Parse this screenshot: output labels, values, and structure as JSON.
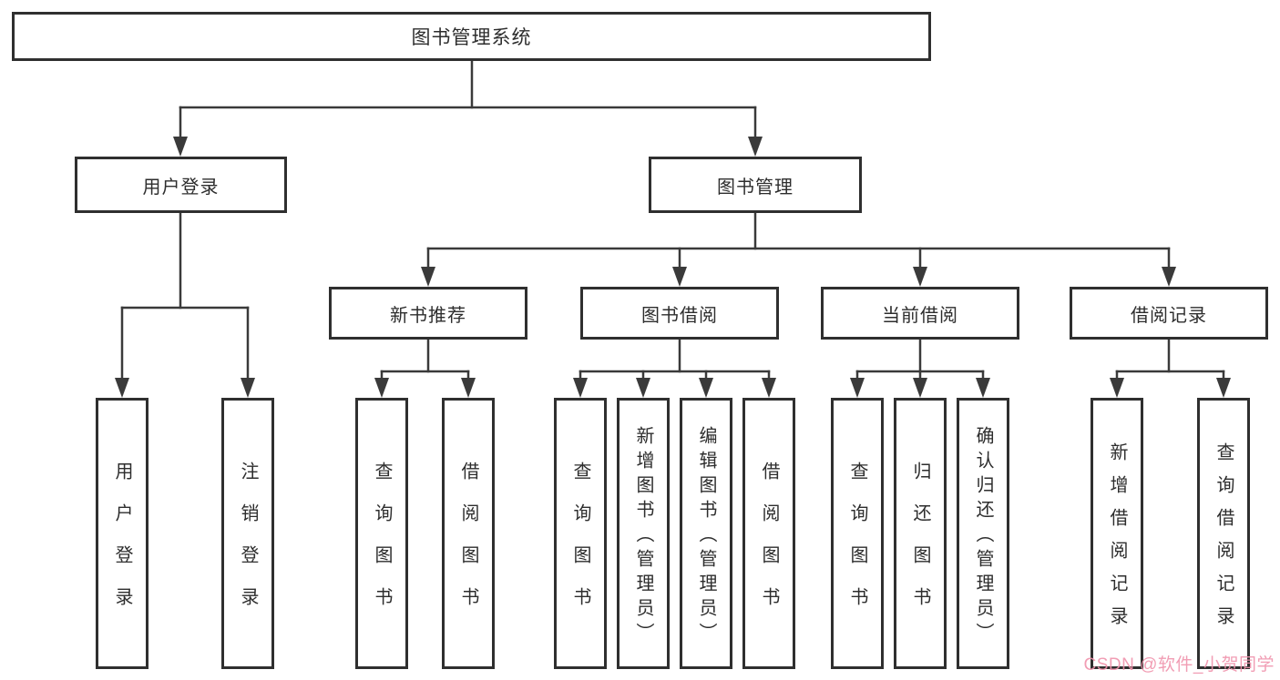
{
  "diagram": {
    "root": {
      "label": "图书管理系统"
    },
    "branches": [
      {
        "label": "用户登录",
        "children": [
          {
            "label": "用户登录"
          },
          {
            "label": "注销登录"
          }
        ]
      },
      {
        "label": "图书管理",
        "children": [
          {
            "label": "新书推荐",
            "children": [
              {
                "label": "查询图书"
              },
              {
                "label": "借阅图书"
              }
            ]
          },
          {
            "label": "图书借阅",
            "children": [
              {
                "label": "查询图书"
              },
              {
                "label": "新增图书（管理员）"
              },
              {
                "label": "编辑图书（管理员）"
              },
              {
                "label": "借阅图书"
              }
            ]
          },
          {
            "label": "当前借阅",
            "children": [
              {
                "label": "查询图书"
              },
              {
                "label": "归还图书"
              },
              {
                "label": "确认归还（管理员）"
              }
            ]
          },
          {
            "label": "借阅记录",
            "children": [
              {
                "label": "新增借阅记录"
              },
              {
                "label": "查询借阅记录"
              }
            ]
          }
        ]
      }
    ]
  },
  "watermark": {
    "text": "CSDN @软件_小贺同学"
  },
  "colors": {
    "line": "#3a3a3a",
    "border": "#2f2f2f",
    "text": "#2d2d2d",
    "background": "#ffffff",
    "watermark": "#f093ac"
  }
}
